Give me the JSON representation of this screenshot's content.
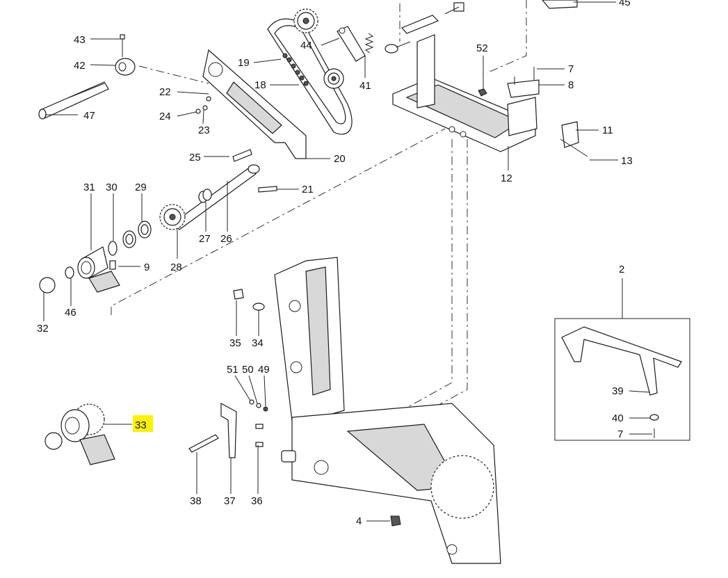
{
  "diagram": {
    "highlight_color": "#fff200",
    "highlighted_label": "33",
    "labels": {
      "l2": "2",
      "l4": "4",
      "l7a": "7",
      "l7b": "7",
      "l8": "8",
      "l9": "9",
      "l11": "11",
      "l12": "12",
      "l13": "13",
      "l18": "18",
      "l19": "19",
      "l20": "20",
      "l21": "21",
      "l22": "22",
      "l23": "23",
      "l24": "24",
      "l25": "25",
      "l26": "26",
      "l27": "27",
      "l28": "28",
      "l29": "29",
      "l30": "30",
      "l31": "31",
      "l32": "32",
      "l33": "33",
      "l34": "34",
      "l35": "35",
      "l36": "36",
      "l37": "37",
      "l38": "38",
      "l39": "39",
      "l40": "40",
      "l41": "41",
      "l42": "42",
      "l43": "43",
      "l44": "44",
      "l45": "45",
      "l46": "46",
      "l47": "47",
      "l49": "49",
      "l50": "50",
      "l51": "51",
      "l52": "52"
    }
  }
}
